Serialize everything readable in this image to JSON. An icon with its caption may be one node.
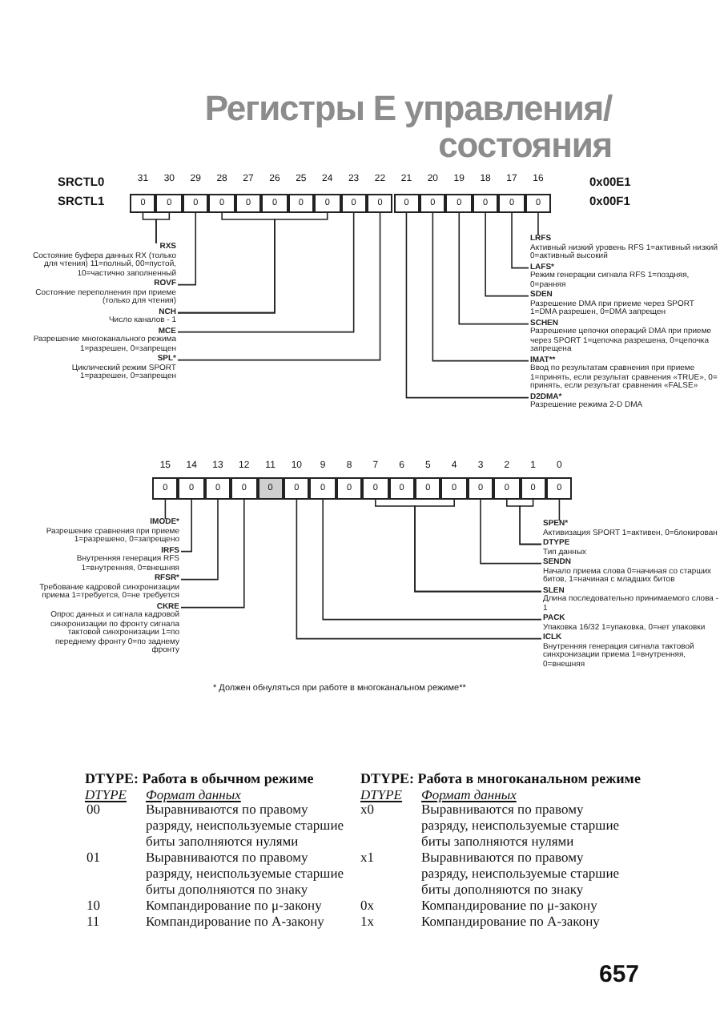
{
  "diagram": {
    "title": "Регистры E управления/состояния",
    "nodes": [
      {
        "text": [
          "0"
        ]
      },
      {
        "text": [
          "0"
        ]
      },
      {
        "text": [
          "0"
        ]
      },
      {
        "text": [
          "0"
        ]
      },
      {
        "text": [
          "0"
        ]
      },
      {
        "text": [
          "0"
        ]
      },
      {
        "text": [
          "0"
        ]
      },
      {
        "text": [
          "0"
        ]
      },
      {
        "text": [
          "0"
        ]
      },
      {
        "text": [
          "0"
        ]
      },
      {
        "text": [
          "0"
        ]
      },
      {
        "text": [
          "0"
        ]
      },
      {
        "text": [
          "0"
        ]
      },
      {
        "text": [
          "0"
        ]
      },
      {
        "text": [
          "0"
        ]
      },
      {
        "text": [
          "0"
        ]
      },
      {
        "text": [
          "RXS",
          "Состояние буфера данных RX (только для чтения) 11=полный, 00=пустой, 10=частично заполненный"
        ]
      },
      {
        "text": [
          "ROVF",
          "Состояние переполнения при приеме (только для чтения)"
        ]
      },
      {
        "text": [
          "NCH",
          "Число каналов - 1"
        ]
      },
      {
        "text": [
          "MCE",
          "Разрешение многоканального режима 1=разрешен, 0=запрещен"
        ]
      },
      {
        "text": [
          "SPL*",
          "Циклический режим SPORT 1=разрешен, 0=запрещен"
        ]
      },
      {
        "text": [
          "LRFS",
          "Активный низкий уровень RFS 1=активный низкий 0=активный высокий"
        ]
      },
      {
        "text": [
          "LAFS*",
          "Режим генерации сигнала RFS 1=поздняя, 0=ранняя"
        ]
      },
      {
        "text": [
          "SDEN",
          "Разрешение DMA при приеме через SPORT 1=DMA разрешен, 0=DMA запрещен"
        ]
      },
      {
        "text": [
          "SCHEN",
          "Разрешение цепочки операций DMA при приеме через SPORT 1=цепочка разрешена, 0=цепочка запрещена"
        ]
      },
      {
        "text": [
          "IMAT**",
          "Ввод по результатам сравнения при приеме 1=принять, если результат сравнения «TRUE», 0= принять, если результат сравнения «FALSE»"
        ]
      },
      {
        "text": [
          "D2DMA*",
          "Разрешение режима 2-D DMA"
        ]
      },
      {
        "text": [
          "0"
        ]
      },
      {
        "text": [
          "0"
        ]
      },
      {
        "text": [
          "0"
        ]
      },
      {
        "text": [
          "0"
        ]
      },
      {
        "text": [
          "0"
        ]
      },
      {
        "text": [
          "0"
        ]
      },
      {
        "text": [
          "0"
        ]
      },
      {
        "text": [
          "0"
        ]
      },
      {
        "text": [
          "0"
        ]
      },
      {
        "text": [
          "0"
        ]
      },
      {
        "text": [
          "0"
        ]
      },
      {
        "text": [
          "0"
        ]
      },
      {
        "text": [
          "0"
        ]
      },
      {
        "text": [
          "0"
        ]
      },
      {
        "text": [
          "0"
        ]
      },
      {
        "text": [
          "0"
        ]
      },
      {
        "text": [
          "IMODE*",
          "Разрешение сравнения при приеме 1=разрешено, 0=запрещено"
        ]
      },
      {
        "text": [
          "IRFS",
          "Внутренняя генерация RFS 1=внутренняя, 0=внешняя"
        ]
      },
      {
        "text": [
          "RFSR*",
          "Требование кадровой синхронизации приема 1=требуется, 0=не требуется"
        ]
      },
      {
        "text": [
          "CKRE",
          "Опрос данных и сигнала кадровой синхронизации по фронту сигнала тактовой синхронизации 1=по переднему фронту 0=по заднему фронту"
        ]
      },
      {
        "text": [
          "SPEN*",
          "Активизация SPORT 1=активен, 0=блокирован"
        ]
      },
      {
        "text": [
          "DTYPE",
          "Тип данных"
        ]
      },
      {
        "text": [
          "SENDN",
          "Начало приема слова 0=начиная со старших битов, 1=начиная с младших битов"
        ]
      },
      {
        "text": [
          "SLEN",
          "Длина последовательно принимаемого слова - 1"
        ]
      },
      {
        "text": [
          "PACK",
          "Упаковка 16/32 1=упаковка, 0=нет упаковки"
        ]
      },
      {
        "text": [
          "ICLK",
          "Внутренняя генерация сигнала тактовой синхронизации приема 1=внутренняя, 0=внешняя"
        ]
      }
    ],
    "edges": [
      {
        "from": 16,
        "to": 0,
        "arrow": "none"
      },
      {
        "from": 16,
        "to": 1,
        "arrow": "none"
      },
      {
        "from": 17,
        "to": 2,
        "arrow": "none"
      },
      {
        "from": 18,
        "to": 3,
        "arrow": "none"
      },
      {
        "from": 18,
        "to": 7,
        "arrow": "none"
      },
      {
        "from": 19,
        "to": 8,
        "arrow": "none"
      },
      {
        "from": 20,
        "to": 9,
        "arrow": "none"
      },
      {
        "from": 21,
        "to": 15,
        "arrow": "none"
      },
      {
        "from": 22,
        "to": 14,
        "arrow": "none"
      },
      {
        "from": 23,
        "to": 13,
        "arrow": "none"
      },
      {
        "from": 24,
        "to": 12,
        "arrow": "none"
      },
      {
        "from": 25,
        "to": 11,
        "arrow": "none"
      },
      {
        "from": 26,
        "to": 10,
        "arrow": "none"
      },
      {
        "from": 43,
        "to": 27,
        "arrow": "none"
      },
      {
        "from": 44,
        "to": 28,
        "arrow": "none"
      },
      {
        "from": 45,
        "to": 29,
        "arrow": "none"
      },
      {
        "from": 46,
        "to": 30,
        "arrow": "none"
      },
      {
        "from": 47,
        "to": 42,
        "arrow": "none"
      },
      {
        "from": 48,
        "to": 40,
        "arrow": "none"
      },
      {
        "from": 48,
        "to": 41,
        "arrow": "none"
      },
      {
        "from": 49,
        "to": 39,
        "arrow": "none"
      },
      {
        "from": 50,
        "to": 35,
        "arrow": "none"
      },
      {
        "from": 50,
        "to": 38,
        "arrow": "none"
      },
      {
        "from": 51,
        "to": 33,
        "arrow": "none"
      },
      {
        "from": 52,
        "to": 32,
        "arrow": "none"
      }
    ],
    "labels": [
      "SRCTL0",
      "SRCTL1",
      "0x00E1",
      "0x00F1",
      "31",
      "30",
      "29",
      "28",
      "27",
      "26",
      "25",
      "24",
      "23",
      "22",
      "21",
      "20",
      "19",
      "18",
      "17",
      "16",
      "15",
      "14",
      "13",
      "12",
      "11",
      "10",
      "9",
      "8",
      "7",
      "6",
      "5",
      "4",
      "3",
      "2",
      "1",
      "0",
      "* Должен обнуляться при работе в многоканальном режиме**",
      "DTYPE: Работа в обычном режиме",
      "DTYPE: Работа в многоканальном режиме",
      "DTYPE",
      "Формат данных",
      "DTYPE",
      "Формат данных",
      "00",
      "Выравниваются по правому разряду, неиспользуемые старшие биты заполняются нулями",
      "x0",
      "Выравниваются по правому разряду, неиспользуемые старшие биты заполняются нулями",
      "01",
      "Выравниваются по правому разряду, неиспользуемые старшие биты дополняются по знаку",
      "x1",
      "Выравниваются по правому разряду, неиспользуемые старшие биты дополняются по знаку",
      "10",
      "Компандирование по μ-закону",
      "0x",
      "Компандирование по μ-закону",
      "11",
      "Компандирование по A-закону",
      "1x",
      "Компандирование по A-закону",
      "657"
    ]
  }
}
